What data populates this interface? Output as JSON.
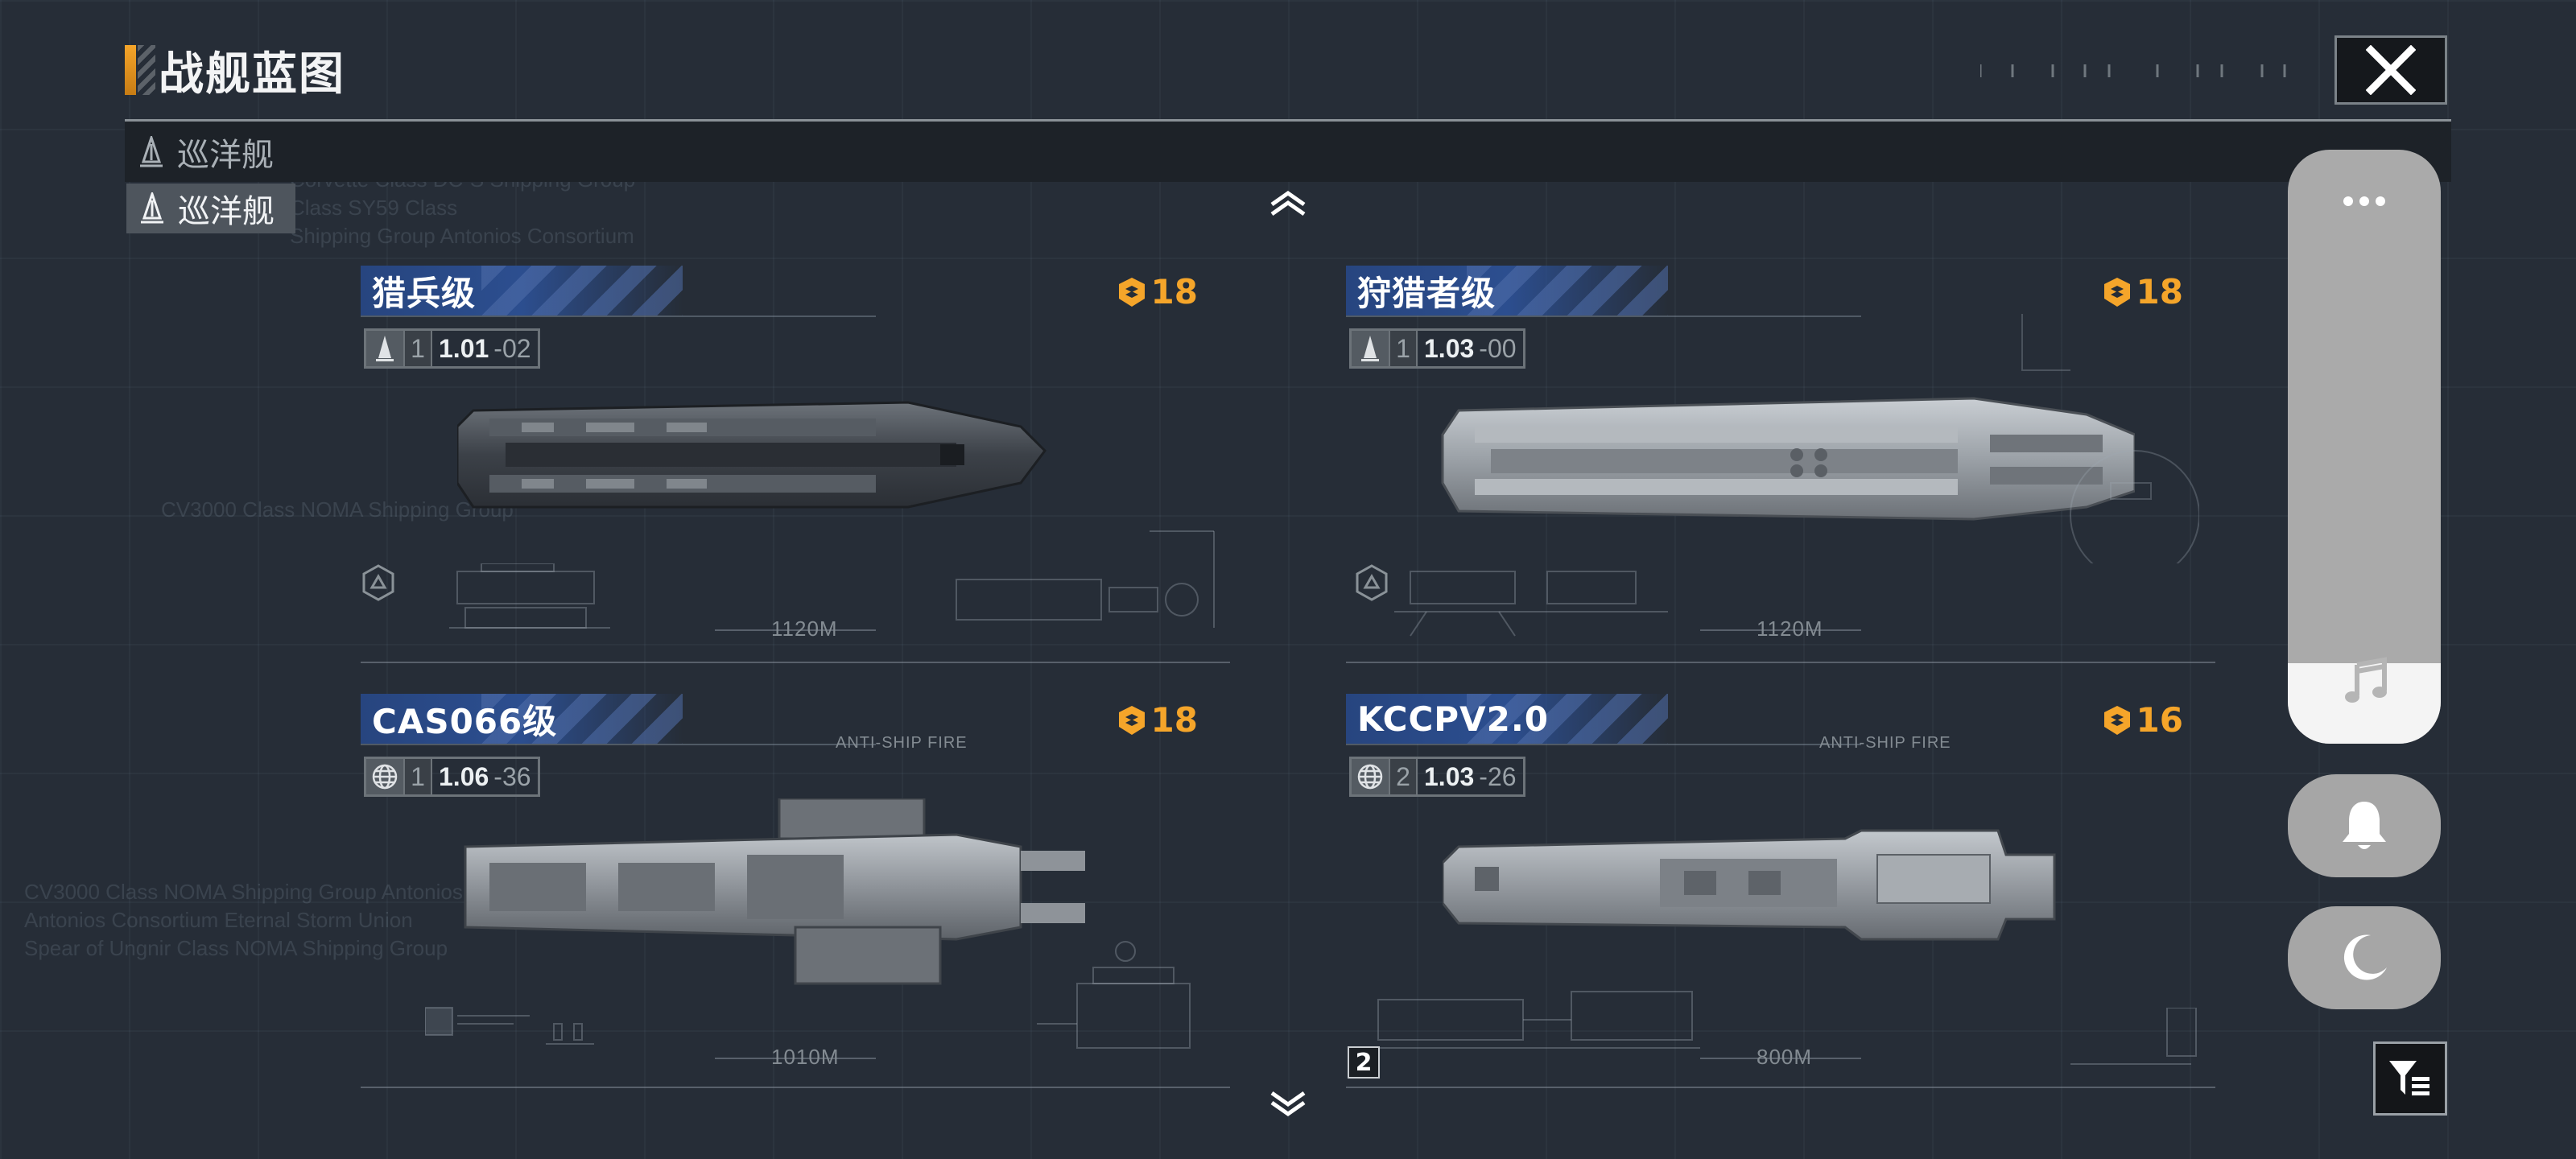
{
  "header": {
    "title": "战舰蓝图"
  },
  "category": {
    "current": "巡洋舰",
    "active_tab": "巡洋舰"
  },
  "background_text": [
    "Corvette Class  DC-S Shipping Group",
    "Class  SY59 Class",
    "Shipping Group Antonios Consortium",
    "CV3000 Class  NOMA Shipping Group",
    "CV3000 Class  NOMA Shipping Group Antonios Consortium",
    "Antonios Consortium Eternal Storm Union",
    "Spear of Ungnir Class NOMA Shipping Group"
  ],
  "ships": [
    {
      "name": "猎兵级",
      "rank": "18",
      "stat_count": "1",
      "version": "1.01",
      "version_sub": "-02",
      "length": "1120M",
      "stat_icon": "ship-silhouette-icon"
    },
    {
      "name": "狩猎者级",
      "rank": "18",
      "stat_count": "1",
      "version": "1.03",
      "version_sub": "-00",
      "length": "1120M",
      "stat_icon": "ship-silhouette-icon"
    },
    {
      "name": "CAS066级",
      "rank": "18",
      "stat_count": "1",
      "version": "1.06",
      "version_sub": "-36",
      "length": "1010M",
      "tag": "ANTI-SHIP FIRE",
      "stat_icon": "globe-icon"
    },
    {
      "name": "KCCPV2.0",
      "rank": "16",
      "stat_count": "2",
      "version": "1.03",
      "version_sub": "-26",
      "length": "800M",
      "tag": "ANTI-SHIP FIRE",
      "stat_icon": "globe-icon",
      "page_index": "2"
    }
  ],
  "colors": {
    "accent": "#f5a52a",
    "name_bar": "#2c4e8f",
    "background": "#262d37"
  },
  "side_panel": {
    "icons": [
      "more-dots-icon",
      "music-note-icon",
      "bell-icon",
      "moon-icon"
    ]
  }
}
